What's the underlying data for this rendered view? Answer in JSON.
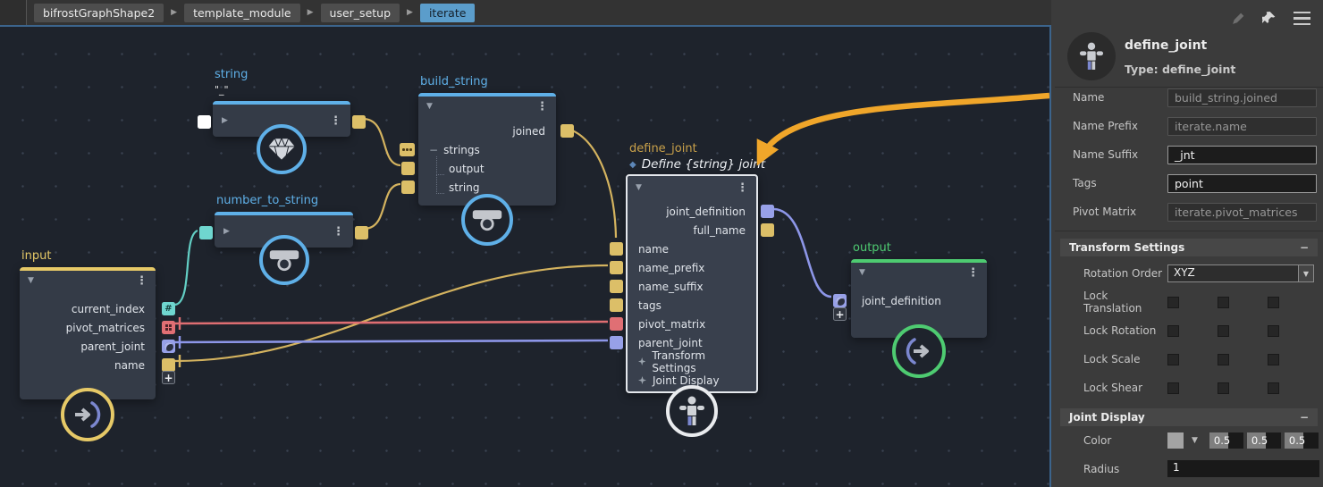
{
  "icons": {
    "collapse_tri": "▼",
    "play_tri": "▶",
    "menu_dots": "⋮",
    "minus": "−",
    "plus": "+",
    "diamond": "◆",
    "hash": "#",
    "section_collapse": "−",
    "dropdown_tri": "▼",
    "separator_tri": "▶"
  },
  "breadcrumb": {
    "items": [
      "bifrostGraphShape2",
      "template_module",
      "user_setup",
      "iterate"
    ]
  },
  "canvas": {
    "nodes": {
      "string_node": {
        "title": "string",
        "value_label": "\"_\""
      },
      "number_to_string": {
        "title": "number_to_string"
      },
      "build_string": {
        "title": "build_string",
        "output": "joined",
        "group": "strings",
        "children": [
          "output",
          "string"
        ]
      },
      "input": {
        "title": "input",
        "outputs": [
          "current_index",
          "pivot_matrices",
          "parent_joint",
          "name"
        ]
      },
      "define_joint": {
        "title": "define_joint",
        "subtitle": "Define {string} joint",
        "outputs": [
          "joint_definition",
          "full_name"
        ],
        "inputs": [
          "name",
          "name_prefix",
          "name_suffix",
          "tags",
          "pivot_matrix",
          "parent_joint"
        ],
        "groups": [
          "Transform Settings",
          "Joint Display"
        ]
      },
      "output": {
        "title": "output",
        "inputs": [
          "joint_definition"
        ]
      }
    }
  },
  "panel": {
    "title": "define_joint",
    "type_line": "Type: define_joint",
    "fields": [
      {
        "label": "Name",
        "value": "build_string.joined"
      },
      {
        "label": "Name Prefix",
        "value": "iterate.name"
      },
      {
        "label": "Name Suffix",
        "value": "_jnt"
      },
      {
        "label": "Tags",
        "value": "point"
      },
      {
        "label": "Pivot Matrix",
        "value": "iterate.pivot_matrices"
      }
    ],
    "transform_settings": {
      "title": "Transform Settings",
      "rotation_order_label": "Rotation Order",
      "rotation_order_value": "XYZ",
      "lock_labels": [
        "Lock Translation",
        "Lock Rotation",
        "Lock Scale",
        "Lock Shear"
      ]
    },
    "joint_display": {
      "title": "Joint Display",
      "color_label": "Color",
      "color_values": [
        "0.5",
        "0.5",
        "0.5"
      ],
      "radius_label": "Radius",
      "radius_value": "1"
    }
  },
  "colors": {
    "canvas_bg": "#1e232c",
    "node_bg": "#343b47",
    "accent_blue": "#5fb0e8",
    "accent_yellow": "#e6c967",
    "accent_green": "#4ecb71",
    "port_yellow": "#dcbf68",
    "port_red": "#e06f74",
    "port_purple": "#97a0e8",
    "port_teal": "#6fd6cf",
    "annotation_orange": "#f0a62a",
    "breadcrumb_active": "#5b9dcb",
    "panel_bg": "#3b3b3b"
  }
}
